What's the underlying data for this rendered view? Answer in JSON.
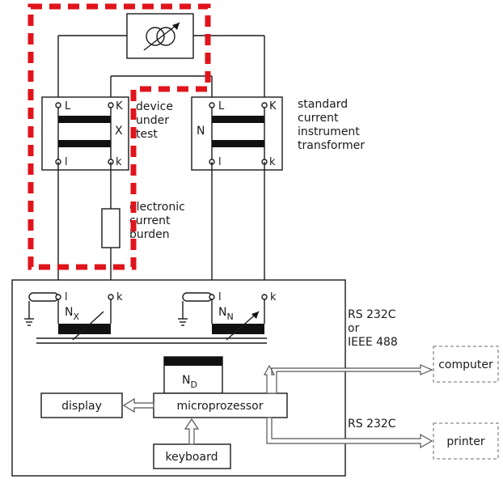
{
  "labels": {
    "device_under_test": [
      "device",
      "under",
      "test"
    ],
    "standard_transformer": [
      "standard",
      "current",
      "instrument",
      "transformer"
    ],
    "electronic_burden": [
      "electronic",
      "current",
      "burden"
    ],
    "rs232c_ieee": [
      "RS 232C",
      "or",
      "IEEE 488"
    ],
    "rs232c": "RS 232C",
    "computer": "computer",
    "printer": "printer",
    "display": "display",
    "microprozessor": "microprozessor",
    "keyboard": "keyboard",
    "x_mark": "X",
    "n_mark": "N",
    "nx": "N",
    "nx_sub": "X",
    "nn": "N",
    "nn_sub": "N",
    "nd": "N",
    "nd_sub": "D"
  },
  "terminals": {
    "dut_L": "L",
    "dut_K": "K",
    "dut_l": "l",
    "dut_k": "k",
    "std_L": "L",
    "std_K": "K",
    "std_l": "l",
    "std_k": "k",
    "meas_x_l": "l",
    "meas_x_k": "k",
    "meas_n_l": "l",
    "meas_n_k": "k"
  },
  "colors": {
    "highlight": "#e0141c",
    "line": "#1a1a1a",
    "external_device_border": "#8a8a8a"
  }
}
